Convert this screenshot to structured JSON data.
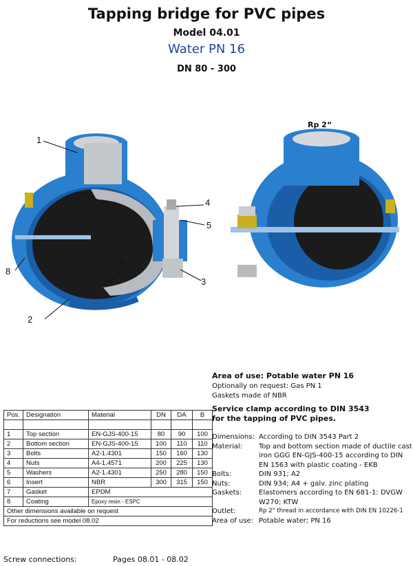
{
  "header": {
    "title": "Tapping bridge for PVC pipes",
    "model": "Model 04.01",
    "water": "Water PN 16",
    "dn_range": "DN 80 - 300"
  },
  "drawing": {
    "outlet_label": "Rp 2“",
    "callouts": [
      "1",
      "2",
      "3",
      "4",
      "5",
      "6",
      "7",
      "8"
    ],
    "colors": {
      "body": "#2a7fcf",
      "body_dark": "#1a5ea8",
      "liner": "#1b1b1b",
      "steel": "#b8bcc0",
      "washer": "#c8b020"
    }
  },
  "parts_table": {
    "headers": [
      "Pos.",
      "Designation",
      "Material",
      "DN",
      "DA",
      "B"
    ],
    "rows": [
      [
        "1",
        "Top section",
        "EN-GJS-400-15",
        "80",
        "90",
        "100"
      ],
      [
        "2",
        "Bottom section",
        "EN-GJS-400-15",
        "100",
        "110",
        "110"
      ],
      [
        "3",
        "Bolts",
        "A2-1.4301",
        "150",
        "160",
        "130"
      ],
      [
        "4",
        "Nuts",
        "A4-1.4571",
        "200",
        "225",
        "130"
      ],
      [
        "5",
        "Washers",
        "A2-1.4301",
        "250",
        "280",
        "150"
      ],
      [
        "6",
        "Insert",
        "NBR",
        "300",
        "315",
        "150"
      ],
      [
        "7",
        "Gasket",
        "EPDM",
        "",
        "",
        ""
      ],
      [
        "8",
        "Coating",
        "Epoxy resin - ESPC",
        "",
        "",
        ""
      ]
    ],
    "note1": "Other dimensions available on request",
    "note2": "For reductions see model 08.02"
  },
  "info": {
    "area_heading": "Area of use:  Potable water PN 16",
    "optional": "Optionally on request: Gas PN 1",
    "gaskets_nbr": "Gaskets made of NBR",
    "service_clamp": "Service clamp according to DIN 3543 for the tapping of PVC pipes."
  },
  "specs": [
    {
      "k": "Dimensions:",
      "v": "According to DIN 3543 Part 2"
    },
    {
      "k": "Material:",
      "v": "Top and bottom section made of ductile cast iron GGG  EN-GJS-400-15 according to DIN EN 1563 with plastic coating - EKB"
    },
    {
      "k": "Bolts:",
      "v": "DIN 931; A2"
    },
    {
      "k": "Nuts:",
      "v": "DIN 934; A4 + galv. zinc plating"
    },
    {
      "k": "Gaskets:",
      "v": "Elastomers according to EN 681-1: DVGW W270;  KTW"
    },
    {
      "k": "Outlet:",
      "v": "Rp 2\" thread in accordance with DIN EN 10226-1"
    },
    {
      "k": "Area of use:",
      "v": "Potable water; PN 16"
    }
  ],
  "footer": {
    "label": "Screw connections:",
    "pages": "Pages 08.01 - 08.02"
  }
}
